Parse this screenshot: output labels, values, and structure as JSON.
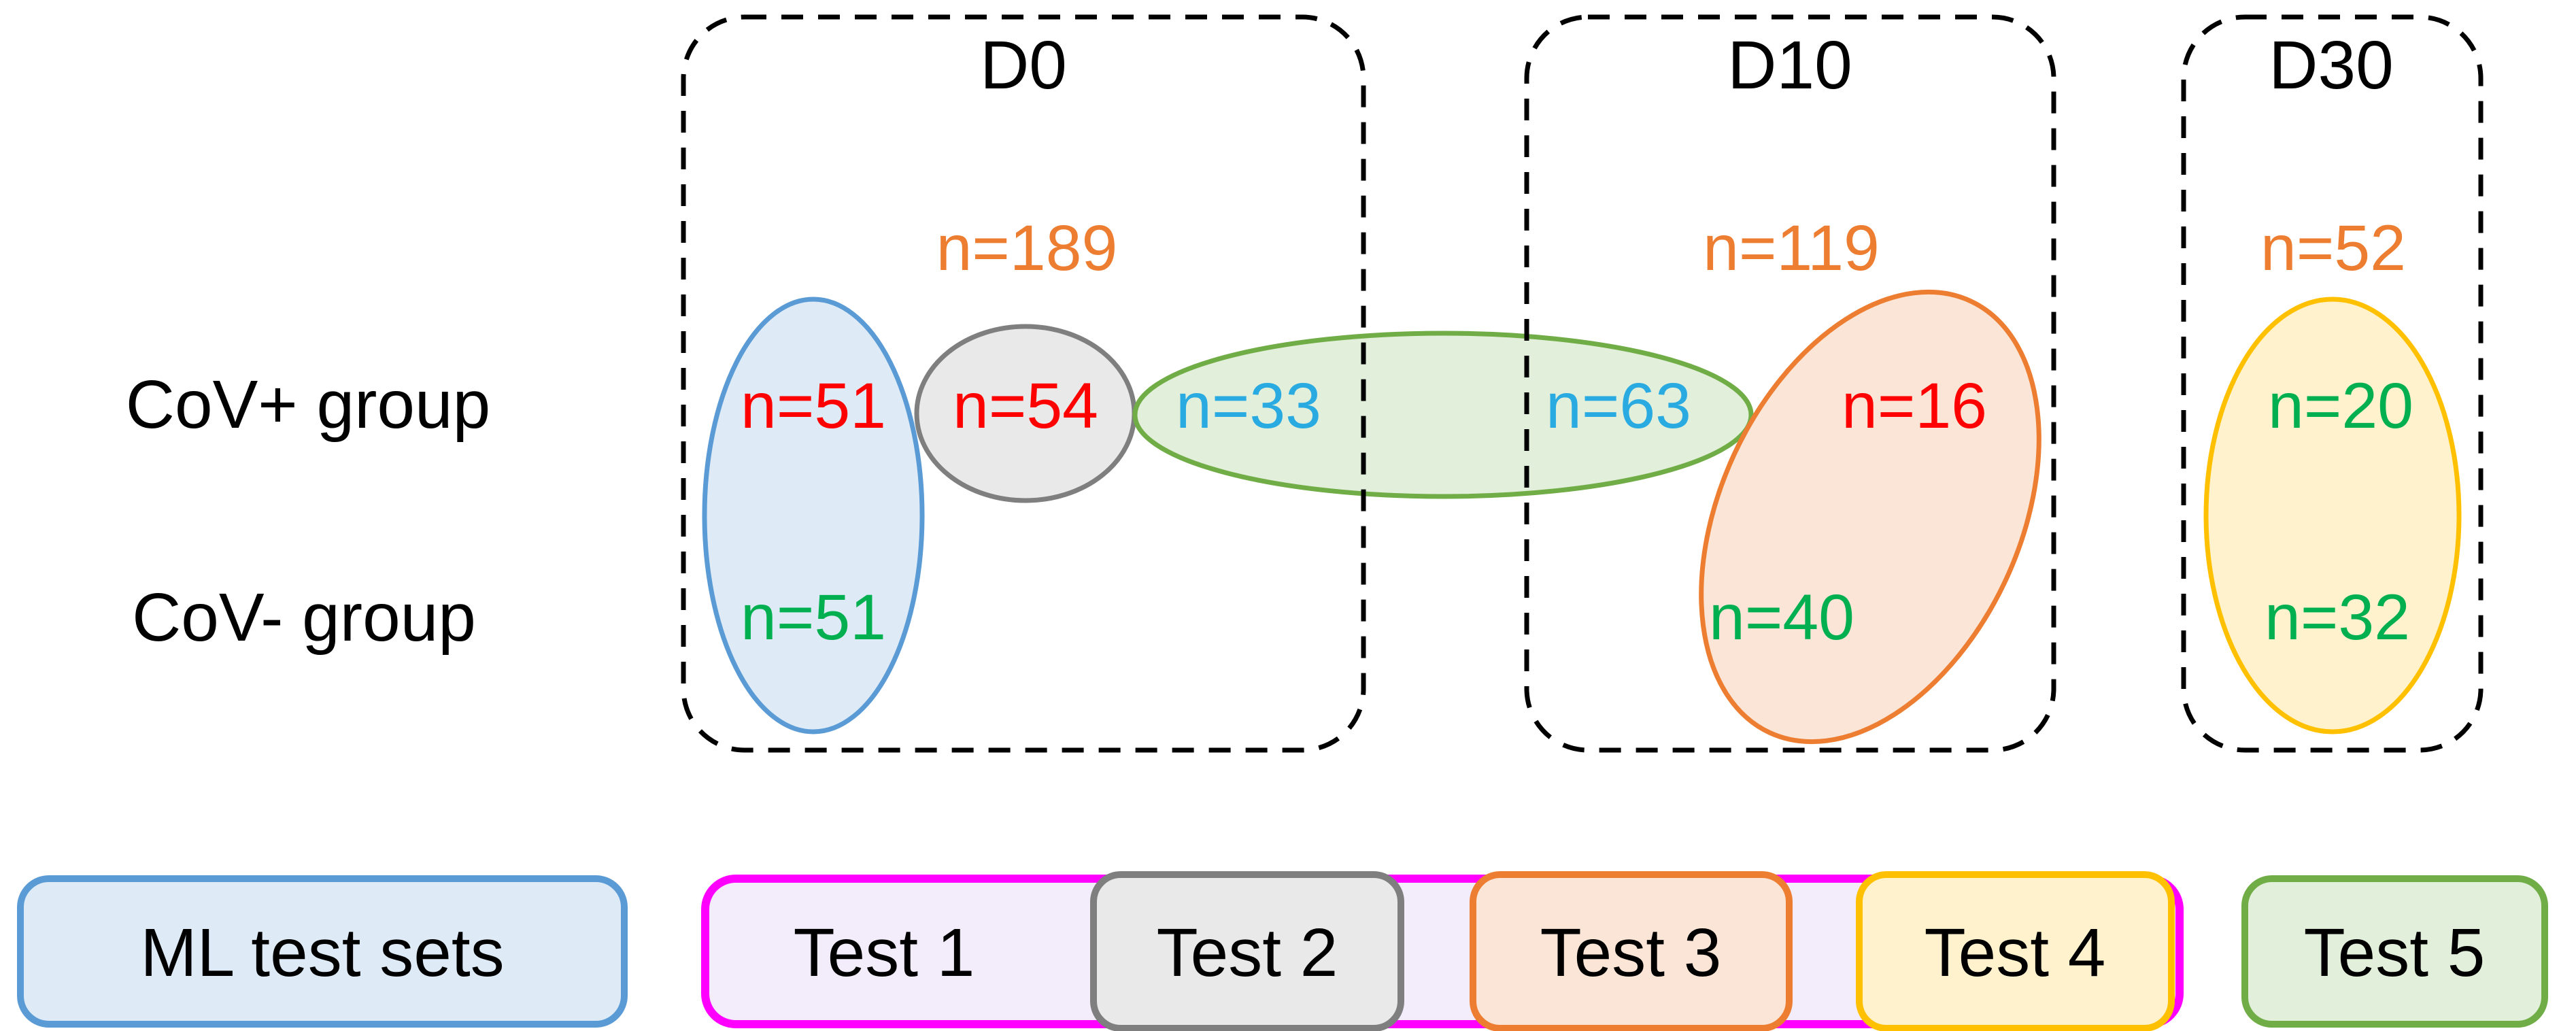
{
  "colors": {
    "accent_blue": "#5B9BD5",
    "accent_blue_fill": "#DEEBF7",
    "accent_gray": "#7F7F7F",
    "accent_gray_fill": "#EAE9E9",
    "accent_green": "#70AD47",
    "accent_green_fill": "#E2EFDA",
    "accent_orange": "#ED7D31",
    "accent_orange_fill": "#FBE5D6",
    "accent_gold": "#FFC000",
    "accent_gold_fill": "#FFF2CC",
    "magenta": "#FF00FF",
    "lavender_fill": "#F3EDFB",
    "text_orange": "#ED7D31",
    "text_red": "#FF0000",
    "text_blue": "#29ABE2",
    "text_green": "#00B050",
    "text_black": "#000000"
  },
  "diagram": {
    "timepoints": [
      {
        "label": "D0",
        "total": "n=189"
      },
      {
        "label": "D10",
        "total": "n=119"
      },
      {
        "label": "D30",
        "total": "n=52"
      }
    ],
    "rows": {
      "pos": "CoV+ group",
      "neg": "CoV- group"
    },
    "counts": {
      "blue_pos": "n=51",
      "blue_neg": "n=51",
      "gray_pos": "n=54",
      "green_d0_pos": "n=33",
      "green_d10_pos": "n=63",
      "orange_pos": "n=16",
      "orange_neg": "n=40",
      "yellow_pos": "n=20",
      "yellow_neg": "n=32"
    }
  },
  "legend": {
    "ml": "ML test sets",
    "test1": "Test 1",
    "test2": "Test 2",
    "test3": "Test 3",
    "test4": "Test 4",
    "test5": "Test 5"
  }
}
